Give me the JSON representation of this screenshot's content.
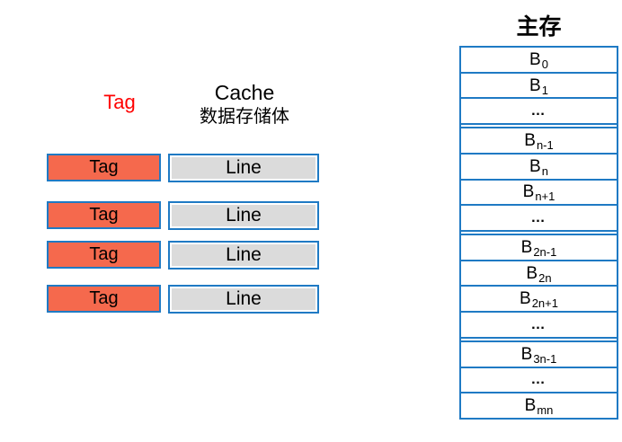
{
  "cache": {
    "tag_column_label": "Tag",
    "header_line1": "Cache",
    "header_line2": "数据存储体",
    "rows": [
      {
        "tag": "Tag",
        "line": "Line"
      },
      {
        "tag": "Tag",
        "line": "Line"
      },
      {
        "tag": "Tag",
        "line": "Line"
      },
      {
        "tag": "Tag",
        "line": "Line"
      }
    ]
  },
  "main_memory": {
    "title": "主存",
    "blocks": [
      {
        "main": "B",
        "sub": "0"
      },
      {
        "main": "B",
        "sub": "1"
      },
      {
        "main": "…",
        "sub": ""
      },
      {
        "main": "B",
        "sub": "n-1"
      },
      {
        "main": "B",
        "sub": "n"
      },
      {
        "main": "B",
        "sub": "n+1"
      },
      {
        "main": "…",
        "sub": ""
      },
      {
        "main": "B",
        "sub": "2n-1"
      },
      {
        "main": "B",
        "sub": "2n"
      },
      {
        "main": "B",
        "sub": "2n+1"
      },
      {
        "main": "…",
        "sub": ""
      },
      {
        "main": "B",
        "sub": "3n-1"
      },
      {
        "main": "…",
        "sub": ""
      },
      {
        "main": "B",
        "sub": "mn"
      }
    ]
  },
  "colors": {
    "border_blue": "#1f7ac4",
    "tag_fill": "#f5694d",
    "line_fill": "#dbdbdb",
    "tag_label_red": "#ff0000",
    "background": "#ffffff"
  }
}
